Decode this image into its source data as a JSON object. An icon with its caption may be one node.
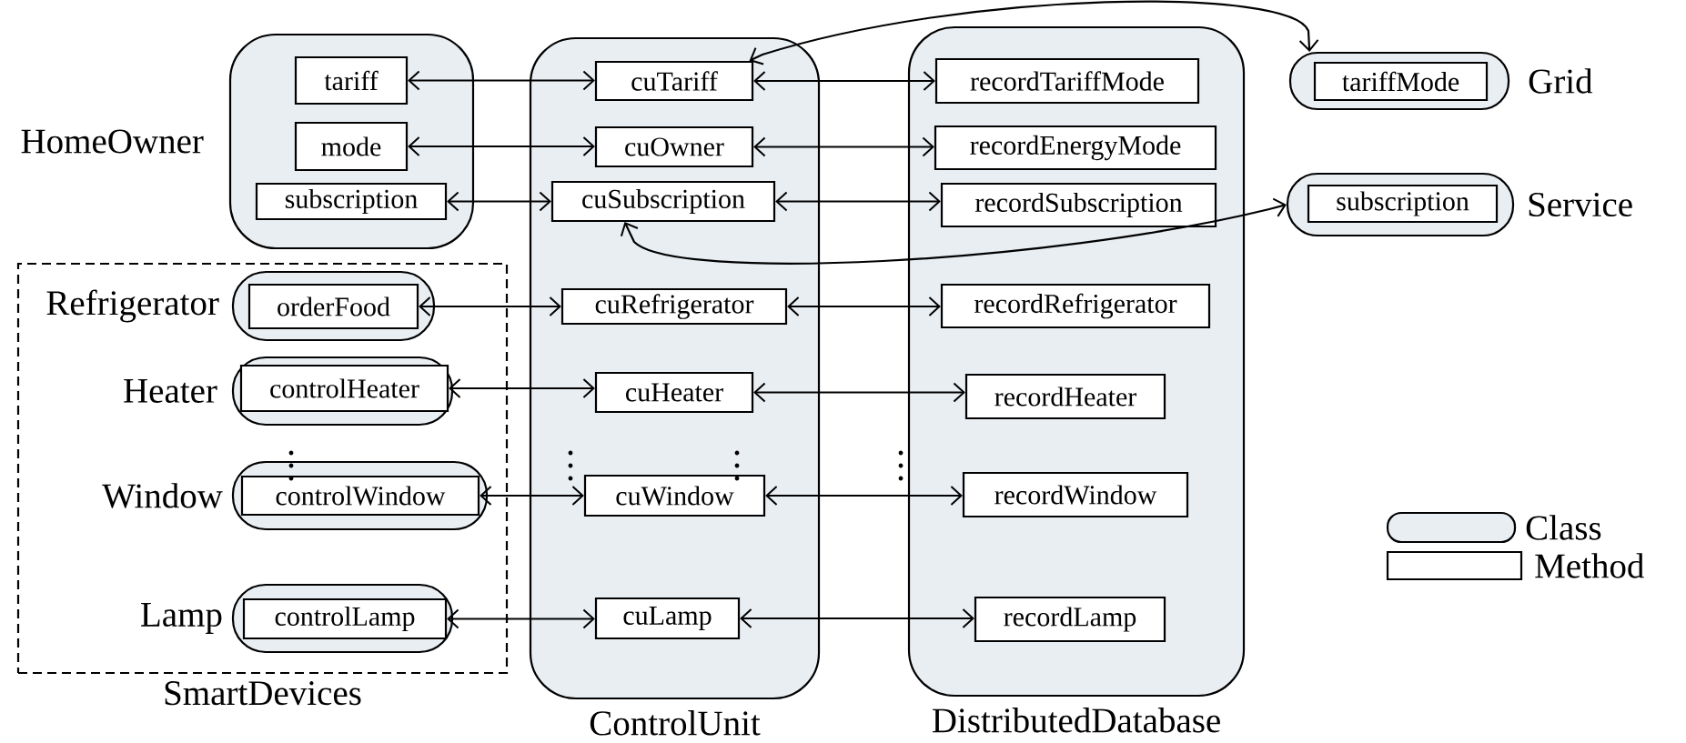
{
  "diagram": {
    "nodes": [
      {
        "text": [
          "HomeOwner"
        ]
      },
      {
        "text": [
          "tariff"
        ],
        "in": 0
      },
      {
        "text": [
          "mode"
        ],
        "in": 0
      },
      {
        "text": [
          "subscription"
        ],
        "in": 0
      },
      {
        "text": [
          "ControlUnit"
        ]
      },
      {
        "text": [
          "cuTariff"
        ],
        "in": 4
      },
      {
        "text": [
          "cuOwner"
        ],
        "in": 4
      },
      {
        "text": [
          "cuSubscription"
        ],
        "in": 4
      },
      {
        "text": [
          "cuRefrigerator"
        ],
        "in": 4
      },
      {
        "text": [
          "cuHeater"
        ],
        "in": 4
      },
      {
        "text": [
          "cuWindow"
        ],
        "in": 4
      },
      {
        "text": [
          "cuLamp"
        ],
        "in": 4
      },
      {
        "text": [
          "DistributedDatabase"
        ]
      },
      {
        "text": [
          "recordTariffMode"
        ],
        "in": 12
      },
      {
        "text": [
          "recordEnergyMode"
        ],
        "in": 12
      },
      {
        "text": [
          "recordSubscription"
        ],
        "in": 12
      },
      {
        "text": [
          "recordRefrigerator"
        ],
        "in": 12
      },
      {
        "text": [
          "recordHeater"
        ],
        "in": 12
      },
      {
        "text": [
          "recordWindow"
        ],
        "in": 12
      },
      {
        "text": [
          "recordLamp"
        ],
        "in": 12
      },
      {
        "text": [
          "Grid"
        ]
      },
      {
        "text": [
          "tariffMode"
        ],
        "in": 20
      },
      {
        "text": [
          "Service"
        ]
      },
      {
        "text": [
          "subscription"
        ],
        "in": 22
      },
      {
        "text": [
          "SmartDevices"
        ]
      },
      {
        "text": [
          "Refrigerator"
        ],
        "in": 24
      },
      {
        "text": [
          "orderFood"
        ],
        "in": 25
      },
      {
        "text": [
          "Heater"
        ],
        "in": 24
      },
      {
        "text": [
          "controlHeater"
        ],
        "in": 27
      },
      {
        "text": [
          "Window"
        ],
        "in": 24
      },
      {
        "text": [
          "controlWindow"
        ],
        "in": 29
      },
      {
        "text": [
          "Lamp"
        ],
        "in": 24
      },
      {
        "text": [
          "controlLamp"
        ],
        "in": 31
      }
    ],
    "edges": [
      {
        "from": 1,
        "to": 5,
        "arrow": "both"
      },
      {
        "from": 2,
        "to": 6,
        "arrow": "both"
      },
      {
        "from": 3,
        "to": 7,
        "arrow": "both"
      },
      {
        "from": 26,
        "to": 8,
        "arrow": "both"
      },
      {
        "from": 28,
        "to": 9,
        "arrow": "both"
      },
      {
        "from": 30,
        "to": 10,
        "arrow": "both"
      },
      {
        "from": 32,
        "to": 11,
        "arrow": "both"
      },
      {
        "from": 5,
        "to": 13,
        "arrow": "both"
      },
      {
        "from": 6,
        "to": 14,
        "arrow": "both"
      },
      {
        "from": 7,
        "to": 15,
        "arrow": "both"
      },
      {
        "from": 8,
        "to": 16,
        "arrow": "both"
      },
      {
        "from": 9,
        "to": 17,
        "arrow": "both"
      },
      {
        "from": 10,
        "to": 18,
        "arrow": "both"
      },
      {
        "from": 11,
        "to": 19,
        "arrow": "both"
      },
      {
        "from": 5,
        "to": 20,
        "arrow": "both"
      },
      {
        "from": 7,
        "to": 22,
        "arrow": "both"
      }
    ],
    "legend": [
      {
        "text": "Class"
      },
      {
        "text": "Method"
      }
    ]
  }
}
